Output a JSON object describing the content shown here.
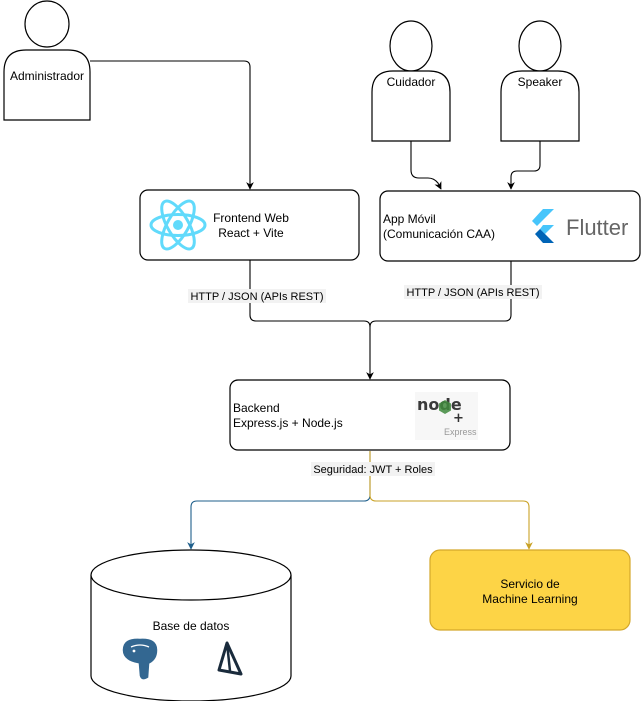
{
  "actors": {
    "admin": "Administrador",
    "cuidador": "Cuidador",
    "speaker": "Speaker"
  },
  "nodes": {
    "frontend": {
      "line1": "Frontend Web",
      "line2": "React + Vite"
    },
    "app": {
      "line1": "App Móvil",
      "line2": "(Comunicación CAA)",
      "logo_text": "Flutter"
    },
    "backend": {
      "line1": "Backend",
      "line2": "Express.js + Node.js",
      "logo_node": "node",
      "logo_express": "Express"
    },
    "database": {
      "label": "Base de datos"
    },
    "ml": {
      "line1": "Servicio de",
      "line2": "Machine Learning"
    }
  },
  "edges": {
    "frontend_backend": "HTTP / JSON (APIs REST)",
    "app_backend": "HTTP / JSON (APIs REST)",
    "security": "Seguridad: JWT + Roles"
  },
  "colors": {
    "stroke": "#000000",
    "db_edge": "#1f5f8b",
    "ml_edge": "#c9a227",
    "ml_fill": "#fdd446",
    "react": "#61dafb",
    "flutter_light": "#47c5fb",
    "flutter_dark": "#0064b6",
    "postgres": "#336791",
    "node_green": "#3f8a3d"
  },
  "icons": [
    "person-icon",
    "react-logo-icon",
    "flutter-logo-icon",
    "node-express-logo-icon",
    "postgresql-logo-icon",
    "prisma-logo-icon"
  ]
}
